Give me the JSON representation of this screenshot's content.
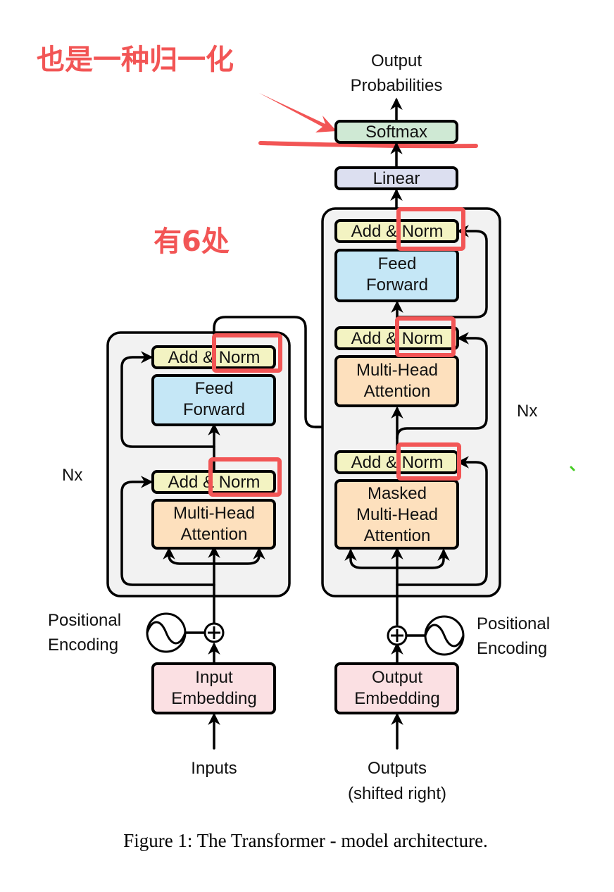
{
  "annotations": {
    "top_note": "也是一种归一化",
    "count_note": "有6处",
    "color": "#f25555"
  },
  "outputs": {
    "line1": "Output",
    "line2": "Probabilities"
  },
  "decoder_head": {
    "softmax": "Softmax",
    "linear": "Linear"
  },
  "encoder": {
    "repeat_label": "Nx",
    "add_norm_1": "Add & Norm",
    "feed_forward": [
      "Feed",
      "Forward"
    ],
    "add_norm_2": "Add & Norm",
    "attention": [
      "Multi-Head",
      "Attention"
    ],
    "positional_encoding": [
      "Positional",
      "Encoding"
    ],
    "embedding": [
      "Input",
      "Embedding"
    ],
    "input_label": "Inputs"
  },
  "decoder": {
    "repeat_label": "Nx",
    "add_norm_top": "Add & Norm",
    "feed_forward": [
      "Feed",
      "Forward"
    ],
    "add_norm_mid": "Add & Norm",
    "cross_attention": [
      "Multi-Head",
      "Attention"
    ],
    "add_norm_bottom": "Add & Norm",
    "masked_attention": [
      "Masked",
      "Multi-Head",
      "Attention"
    ],
    "positional_encoding": [
      "Positional",
      "Encoding"
    ],
    "embedding": [
      "Output",
      "Embedding"
    ],
    "input_label": [
      "Outputs",
      "(shifted right)"
    ]
  },
  "colors": {
    "add_norm": "#f3f3c2",
    "feed_forward": "#c5e7f6",
    "attention": "#fde0bd",
    "embedding": "#fbe0e3",
    "softmax": "#cfe9d4",
    "linear": "#dcdff0",
    "panel": "#f2f2f2"
  },
  "caption": "Figure 1: The Transformer - model architecture."
}
